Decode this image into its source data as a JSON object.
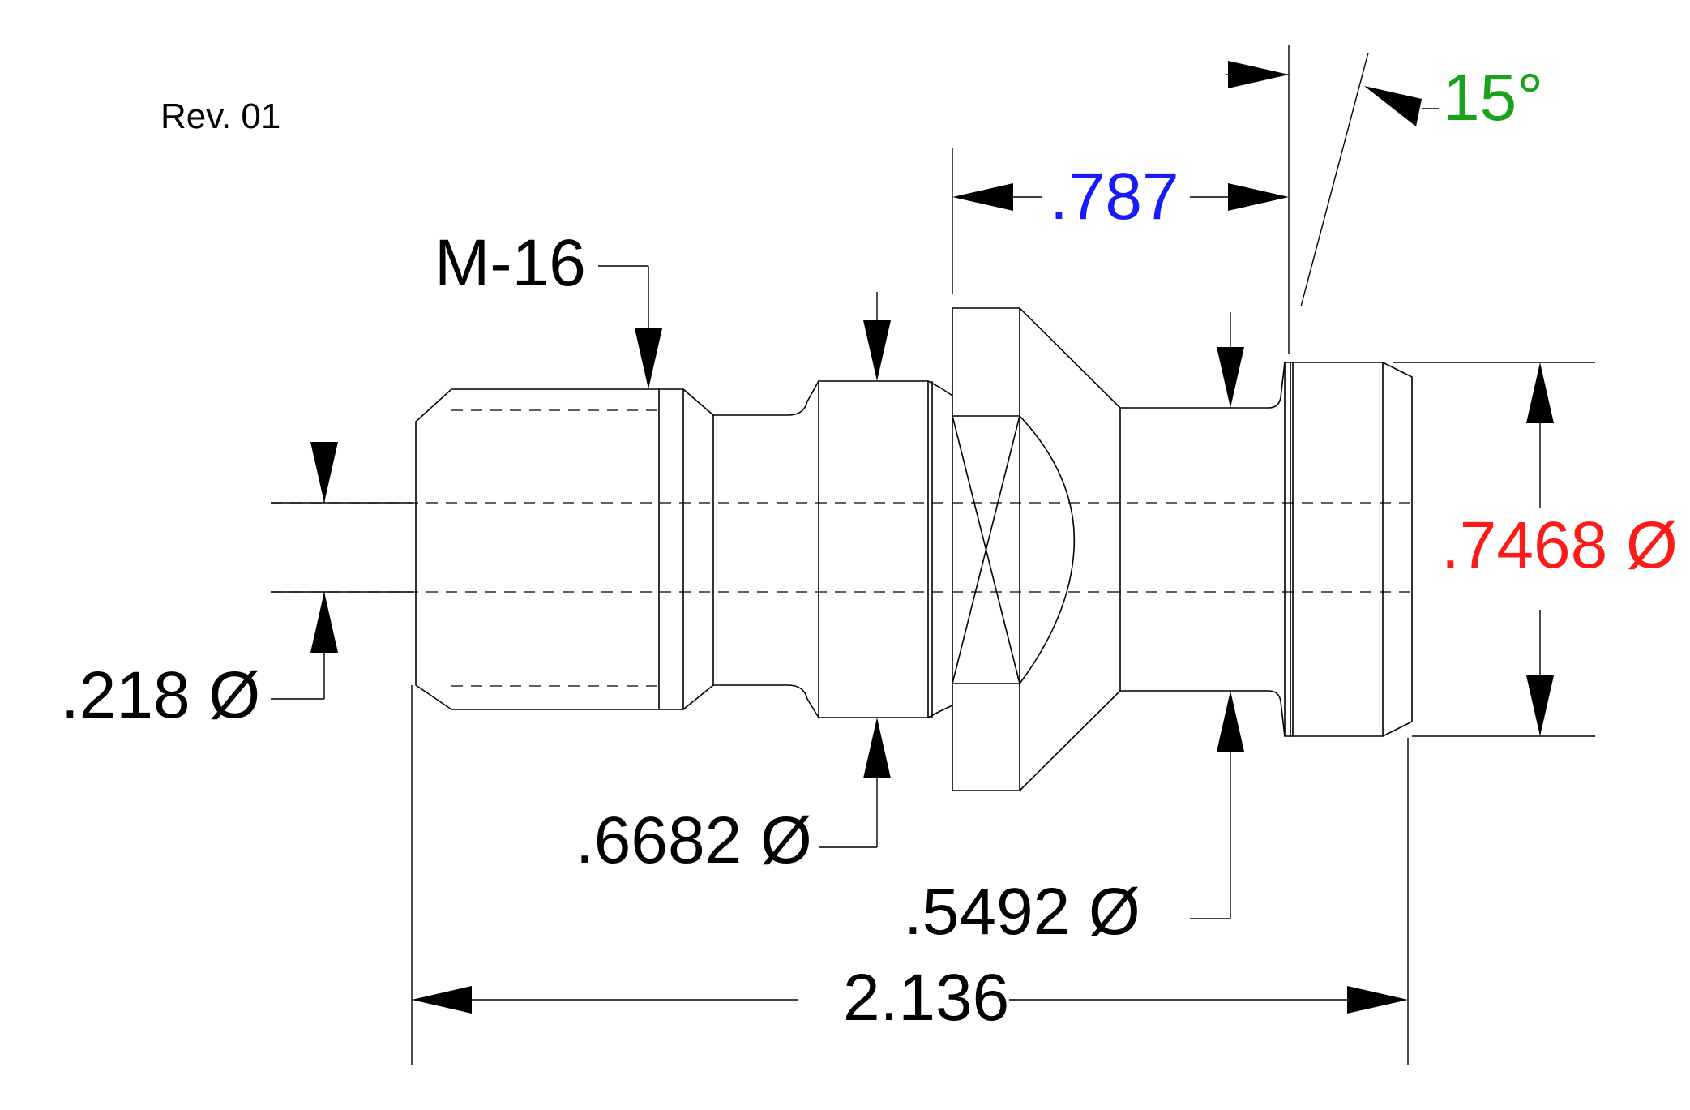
{
  "revision": "Rev. 01",
  "thread_callout": "M-16",
  "dimensions": {
    "overall_length": "2.136",
    "bore_diameter": ".218 Ø",
    "collar_diameter": ".6682 Ø",
    "neck_diameter": ".5492 Ø",
    "head_diameter": ".7468 Ø",
    "flange_to_head_length": ".787",
    "head_angle": "15°"
  },
  "colors": {
    "line": "#000000",
    "flange_to_head_length": "#1a1aff",
    "head_angle": "#1aa31a",
    "head_diameter": "#ff1a1a"
  }
}
